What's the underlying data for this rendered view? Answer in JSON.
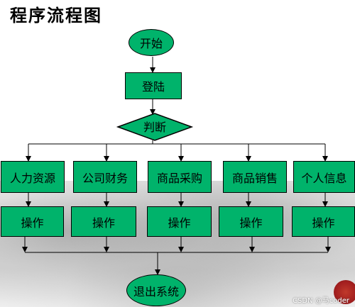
{
  "title": "程序流程图",
  "nodes": {
    "start": "开始",
    "login": "登陆",
    "decision": "判断",
    "hr": "人力资源",
    "finance": "公司财务",
    "purchase": "商品采购",
    "sales": "商品销售",
    "personal": "个人信息",
    "op": "操作",
    "exit": "退出系统"
  },
  "watermark": "CSDN @马coder",
  "colors": {
    "node_fill": "#00b36b",
    "seal": "#a31f1f"
  }
}
